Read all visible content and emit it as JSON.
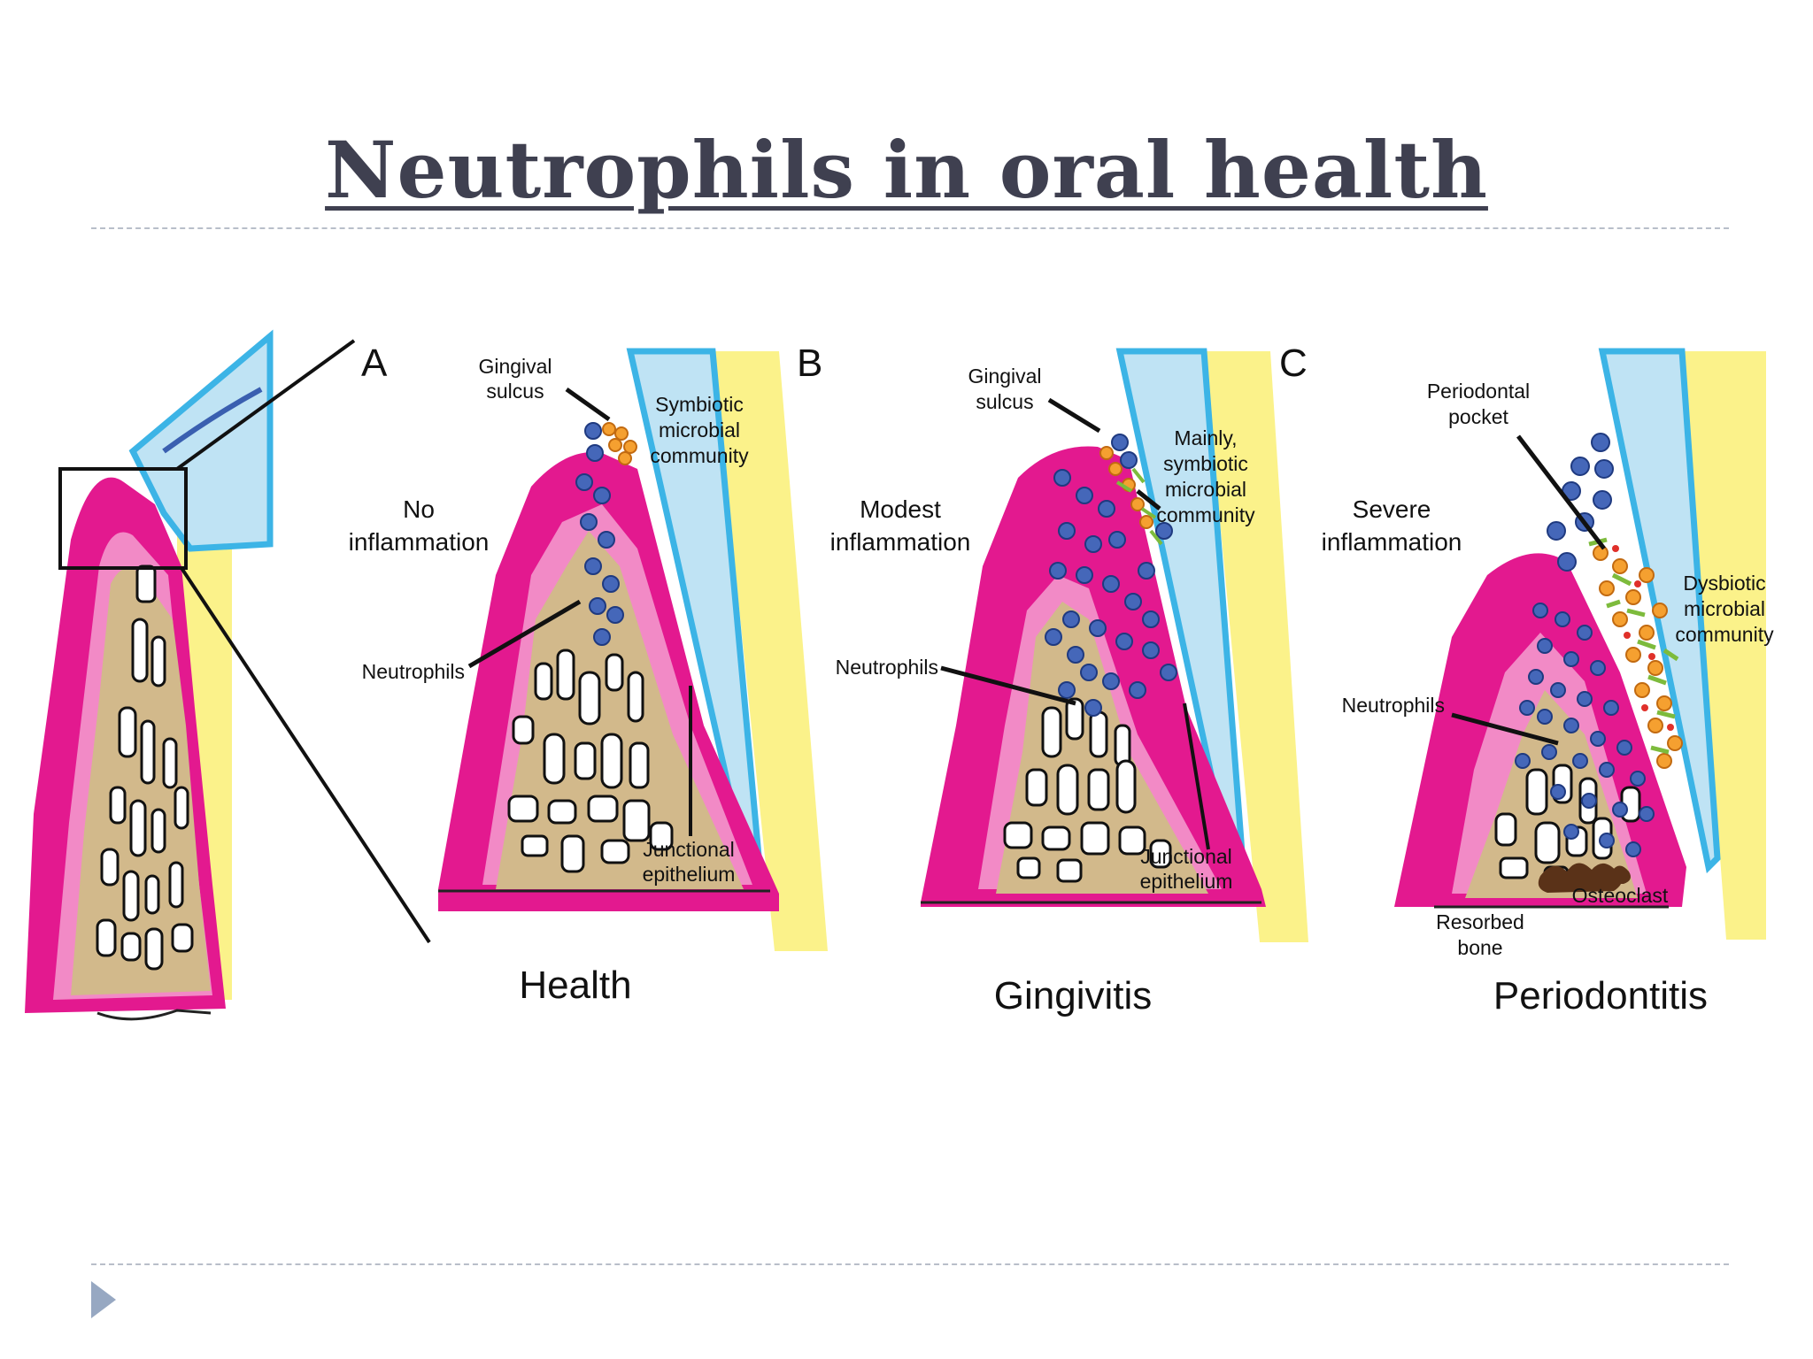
{
  "title": "Neutrophils in oral health",
  "colors": {
    "gingiva": "#e3198f",
    "gingiva_light": "#f28ac6",
    "bone": "#d2b98b",
    "tooth_root": "#fbf28a",
    "enamel": "#bfe3f4",
    "outline_blue": "#3cb4e6",
    "neutrophil": "#4567b9",
    "microbe_orange": "#f5a030",
    "microbe_green": "#7dbb3c"
  },
  "figure": {
    "panels": {
      "a": "A",
      "b": "B",
      "c": "C"
    },
    "health": {
      "state": [
        "No",
        "inflammation"
      ],
      "sulcus": [
        "Gingival",
        "sulcus"
      ],
      "microbes": [
        "Symbiotic",
        "microbial",
        "community"
      ],
      "neutrophils": "Neutrophils",
      "junctional": [
        "Junctional",
        "epithelium"
      ],
      "caption": "Health"
    },
    "gingivitis": {
      "state": [
        "Modest",
        "inflammation"
      ],
      "sulcus": [
        "Gingival",
        "sulcus"
      ],
      "microbes": [
        "Mainly,",
        "symbiotic",
        "microbial",
        "community"
      ],
      "neutrophils": "Neutrophils",
      "junctional": [
        "Junctional",
        "epithelium"
      ],
      "caption": "Gingivitis"
    },
    "periodontitis": {
      "state": [
        "Severe",
        "inflammation"
      ],
      "pocket": [
        "Periodontal",
        "pocket"
      ],
      "microbes": [
        "Dysbiotic",
        "microbial",
        "community"
      ],
      "neutrophils": "Neutrophils",
      "osteoclast": "Osteoclast",
      "resorbed": [
        "Resorbed",
        "bone"
      ],
      "caption": "Periodontitis"
    }
  }
}
